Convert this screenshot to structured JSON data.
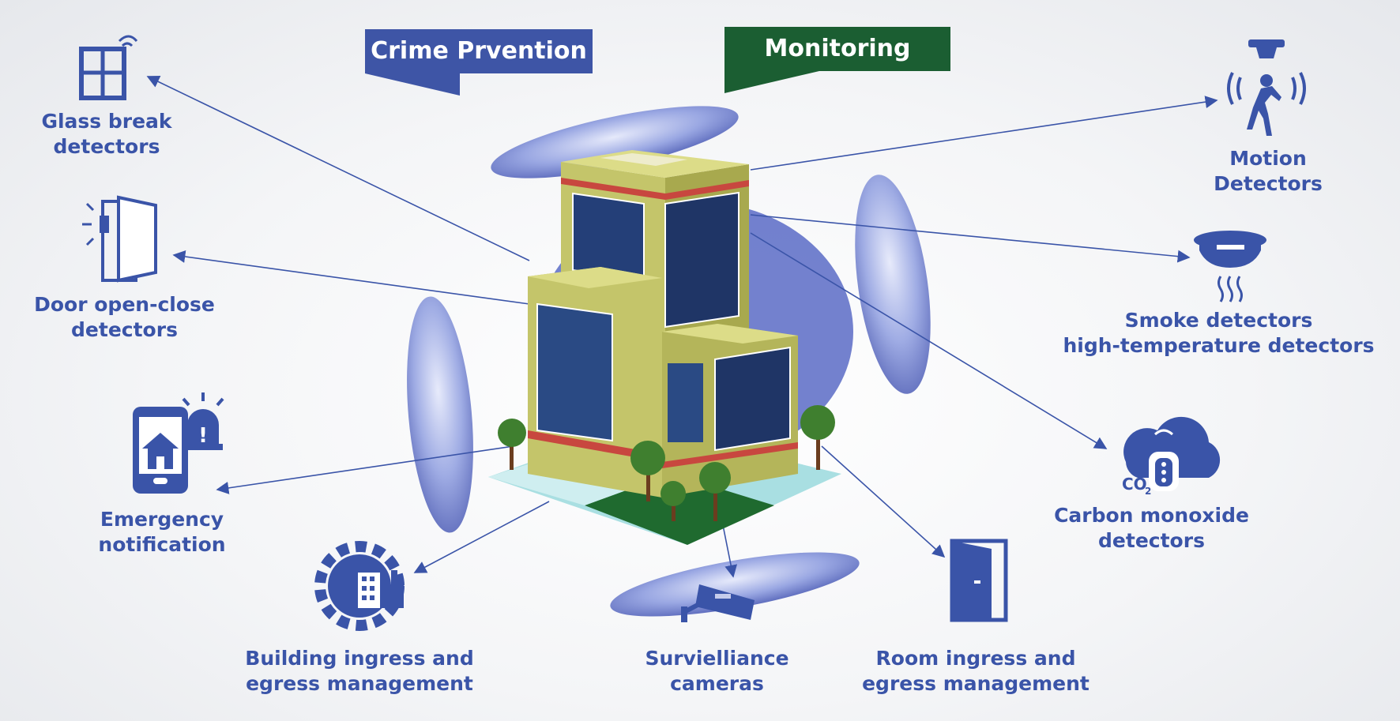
{
  "banners": {
    "crime_prevention": "Crime Prvention",
    "monitoring": "Monitoring"
  },
  "colors": {
    "icon_blue": "#3a54a8",
    "crime_banner": "#3e55a6",
    "monitoring_banner": "#1b5e32",
    "building_wall": "#c4c56a",
    "window": "#243f78",
    "stripe": "#c8473f",
    "ground": "#1f6a2f",
    "lens": "#5b6bc6"
  },
  "labels": {
    "glass_break": [
      "Glass break",
      "detectors"
    ],
    "door_open_close": [
      "Door open-close",
      "detectors"
    ],
    "emergency": [
      "Emergency",
      "notification"
    ],
    "building_ingress": [
      "Building ingress and",
      "egress management"
    ],
    "surveillance": [
      "Survielliance",
      "cameras"
    ],
    "room_ingress": [
      "Room ingress and",
      "egress management"
    ],
    "carbon_monoxide": [
      "Carbon monoxide",
      "detectors"
    ],
    "smoke": [
      "Smoke detectors",
      "high-temperature detectors"
    ],
    "motion": [
      "Motion",
      "Detectors"
    ]
  },
  "icons": {
    "glass_break": "window-wifi-icon",
    "door_open_close": "open-door-sensor-icon",
    "emergency": "phone-alarm-icon",
    "building_ingress": "gear-factory-icon",
    "surveillance": "security-camera-icon",
    "room_ingress": "door-icon",
    "carbon_monoxide": "cloud-co2-sensor-icon",
    "smoke": "smoke-detector-icon",
    "motion": "motion-sensor-icon"
  }
}
